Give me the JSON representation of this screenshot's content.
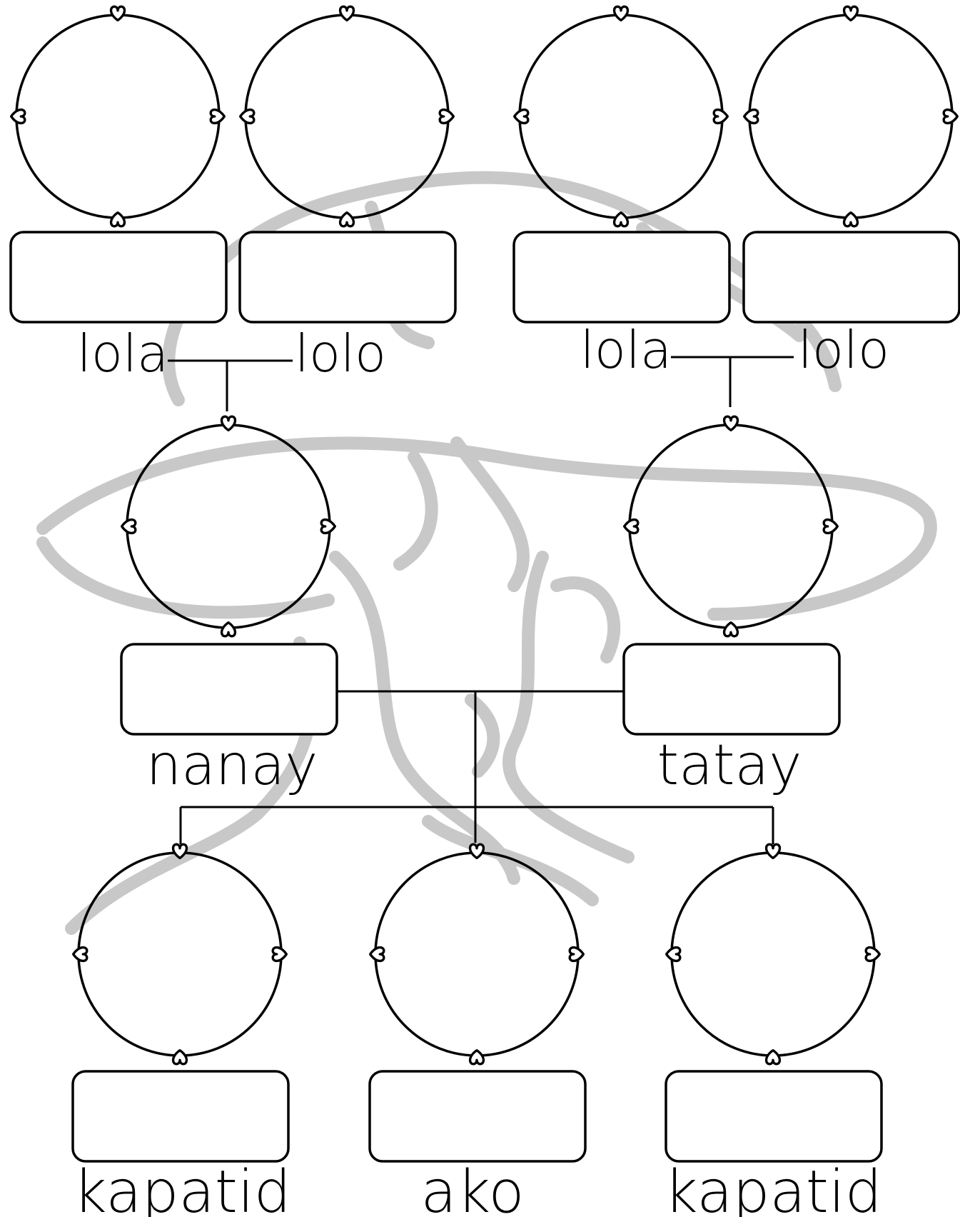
{
  "diagram": {
    "type": "family-tree-worksheet",
    "watermark": "decorative figure",
    "colors": {
      "ink": "#000000",
      "watermark": "#c8c8c8",
      "background": "#ffffff"
    },
    "generations": [
      {
        "id": "grandparents",
        "members": [
          {
            "id": "lola-left",
            "label": "lola",
            "photo_frame": "heart-ring",
            "name_box": ""
          },
          {
            "id": "lolo-left",
            "label": "lolo",
            "photo_frame": "heart-ring",
            "name_box": ""
          },
          {
            "id": "lola-right",
            "label": "lola",
            "photo_frame": "heart-ring",
            "name_box": ""
          },
          {
            "id": "lolo-right",
            "label": "lolo",
            "photo_frame": "heart-ring",
            "name_box": ""
          }
        ]
      },
      {
        "id": "parents",
        "members": [
          {
            "id": "nanay",
            "label": "nanay",
            "photo_frame": "heart-ring",
            "name_box": ""
          },
          {
            "id": "tatay",
            "label": "tatay",
            "photo_frame": "heart-ring",
            "name_box": ""
          }
        ]
      },
      {
        "id": "children",
        "members": [
          {
            "id": "kapatid-left",
            "label": "kapatid",
            "photo_frame": "heart-ring",
            "name_box": ""
          },
          {
            "id": "ako",
            "label": "ako",
            "photo_frame": "heart-ring",
            "name_box": ""
          },
          {
            "id": "kapatid-right",
            "label": "kapatid",
            "photo_frame": "heart-ring",
            "name_box": ""
          }
        ]
      }
    ],
    "connections": [
      {
        "from": [
          "lola-left",
          "lolo-left"
        ],
        "to": "nanay"
      },
      {
        "from": [
          "lola-right",
          "lolo-right"
        ],
        "to": "tatay"
      },
      {
        "from": [
          "nanay",
          "tatay"
        ],
        "to": [
          "kapatid-left",
          "ako",
          "kapatid-right"
        ]
      }
    ]
  }
}
